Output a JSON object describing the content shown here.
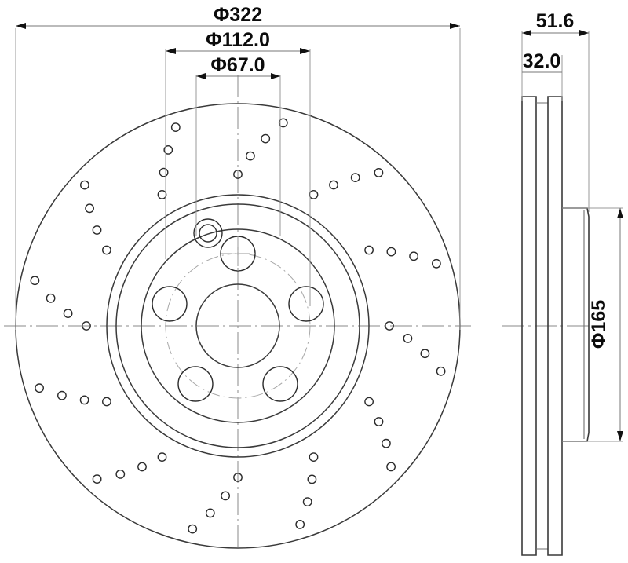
{
  "drawing": {
    "title": "Brake Disc Technical Drawing",
    "type": "engineering-dimension-drawing",
    "part": "vented cross-drilled brake disc",
    "views": [
      {
        "name": "front-view",
        "label": ""
      },
      {
        "name": "side-view",
        "label": ""
      }
    ],
    "units": "mm",
    "line_color": "#3a3a3a",
    "dim_color": "#777777",
    "text_color": "#0b0b0b",
    "background": "#ffffff"
  },
  "dimensions": {
    "outer_diameter": "Φ322",
    "bolt_circle_diameter": "Φ112.0",
    "center_bore_diameter": "Φ67.0",
    "overall_thickness": "51.6",
    "disc_thickness": "32.0",
    "hat_diameter": "Φ165"
  },
  "dimension_list": [
    {
      "name": "outer-diameter",
      "value": "Φ322",
      "view": "front-view",
      "orientation": "horizontal"
    },
    {
      "name": "bolt-circle-diameter",
      "value": "Φ112.0",
      "view": "front-view",
      "orientation": "horizontal"
    },
    {
      "name": "center-bore-diameter",
      "value": "Φ67.0",
      "view": "front-view",
      "orientation": "horizontal"
    },
    {
      "name": "overall-thickness",
      "value": "51.6",
      "view": "side-view",
      "orientation": "horizontal"
    },
    {
      "name": "disc-thickness",
      "value": "32.0",
      "view": "side-view",
      "orientation": "horizontal"
    },
    {
      "name": "hat-diameter",
      "value": "Φ165",
      "view": "side-view",
      "orientation": "vertical"
    }
  ],
  "features": {
    "bolt_holes_count": 5,
    "guide_pin_holes_count": 1,
    "drilled_hole_groups": 12,
    "drilled_holes_per_group": 4,
    "vented": true,
    "cross_drilled": true
  }
}
